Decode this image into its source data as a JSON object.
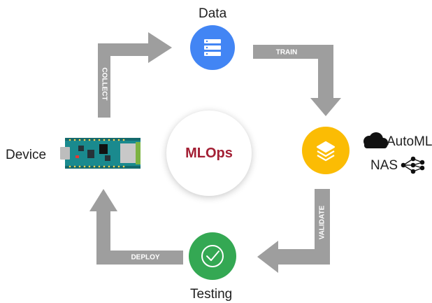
{
  "nodes": {
    "data": {
      "label": "Data",
      "color": "#4285F4",
      "icon": "server-icon"
    },
    "model": {
      "label": "",
      "color": "#FBBC04",
      "icon": "layers-icon"
    },
    "testing": {
      "label": "Testing",
      "color": "#34A853",
      "icon": "check-circle-icon"
    },
    "device": {
      "label": "Device",
      "icon": "microcontroller-board-icon"
    }
  },
  "center": {
    "label": "MLOps"
  },
  "arrows": {
    "collect": "COLLECT",
    "train": "TRAIN",
    "validate": "VALIDATE",
    "deploy": "DEPLOY"
  },
  "side_items": [
    {
      "label": "AutoML",
      "icon": "cloud-icon"
    },
    {
      "label": "NAS",
      "icon": "network-graph-icon"
    }
  ],
  "arrow_color": "#9e9e9e",
  "arrow_text_color": "#ffffff"
}
